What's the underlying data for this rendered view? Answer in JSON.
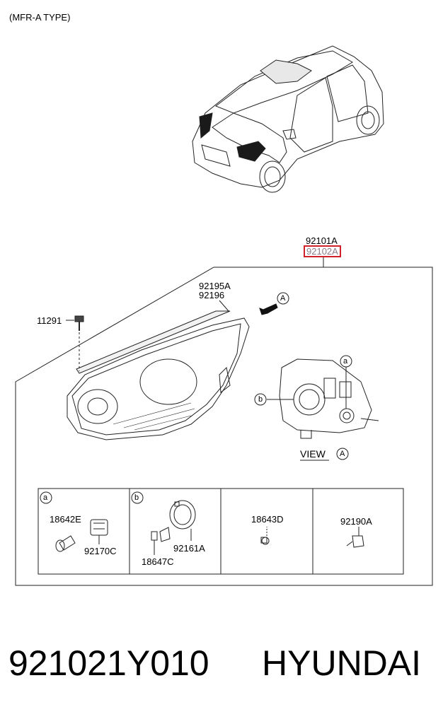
{
  "diagram": {
    "type_label": "(MFR-A TYPE)",
    "assembly": {
      "part_lh": "92101A",
      "part_rh": "92102A"
    },
    "seal": {
      "part_lh": "92195A",
      "part_rh": "92196"
    },
    "screw": "11291",
    "view_marker": "A",
    "view_label": "VIEW",
    "callout_a": "a",
    "callout_b": "b",
    "sub_a": {
      "letter": "a",
      "bulb": "18642E",
      "socket": "92170C"
    },
    "sub_b": {
      "letter": "b",
      "bulb": "18647C",
      "cap": "92161A"
    },
    "sub_c": {
      "part": "18643D"
    },
    "sub_d": {
      "part": "92190A"
    },
    "highlight_color": "#d0202a"
  },
  "footer": {
    "part_number": "921021Y010",
    "brand": "HYUNDAI"
  }
}
